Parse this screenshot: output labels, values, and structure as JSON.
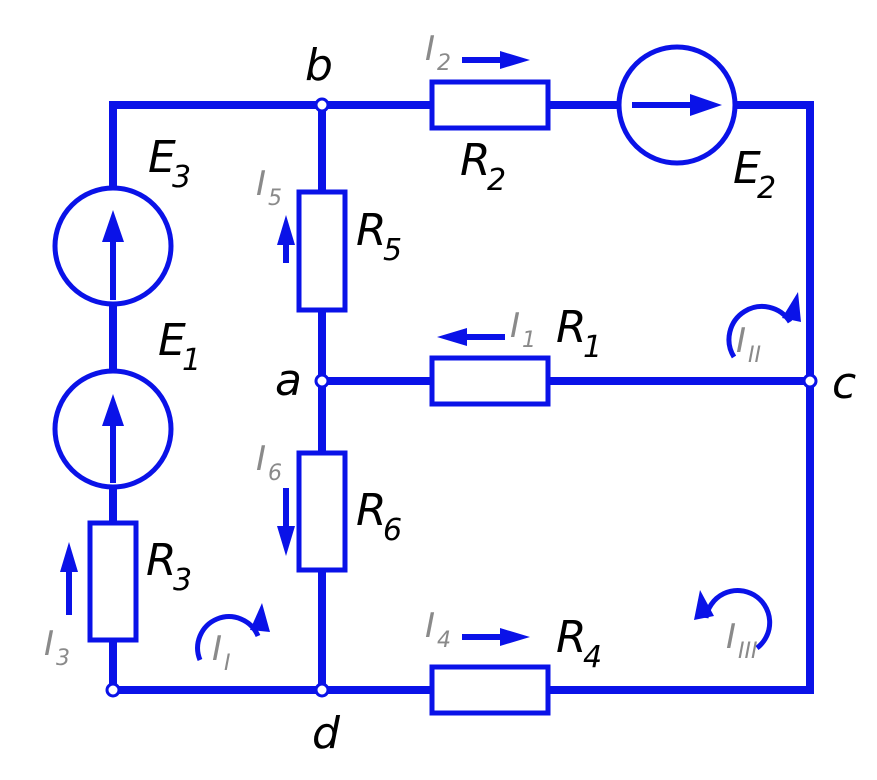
{
  "nodes": {
    "a": "a",
    "b": "b",
    "c": "c",
    "d": "d"
  },
  "resistors": {
    "R1": {
      "letter": "R",
      "sub": "1"
    },
    "R2": {
      "letter": "R",
      "sub": "2"
    },
    "R3": {
      "letter": "R",
      "sub": "3"
    },
    "R4": {
      "letter": "R",
      "sub": "4"
    },
    "R5": {
      "letter": "R",
      "sub": "5"
    },
    "R6": {
      "letter": "R",
      "sub": "6"
    }
  },
  "sources": {
    "E1": {
      "letter": "E",
      "sub": "1"
    },
    "E2": {
      "letter": "E",
      "sub": "2"
    },
    "E3": {
      "letter": "E",
      "sub": "3"
    }
  },
  "currents": {
    "I1": {
      "letter": "I",
      "sub": "1"
    },
    "I2": {
      "letter": "I",
      "sub": "2"
    },
    "I3": {
      "letter": "I",
      "sub": "3"
    },
    "I4": {
      "letter": "I",
      "sub": "4"
    },
    "I5": {
      "letter": "I",
      "sub": "5"
    },
    "I6": {
      "letter": "I",
      "sub": "6"
    }
  },
  "loops": {
    "L1": {
      "letter": "I",
      "sub": "I"
    },
    "L2": {
      "letter": "I",
      "sub": "II"
    },
    "L3": {
      "letter": "I",
      "sub": "III"
    }
  },
  "colors": {
    "circuit": "#0a12e8",
    "labels": "#000000",
    "current_labels": "#8a8a8a"
  }
}
